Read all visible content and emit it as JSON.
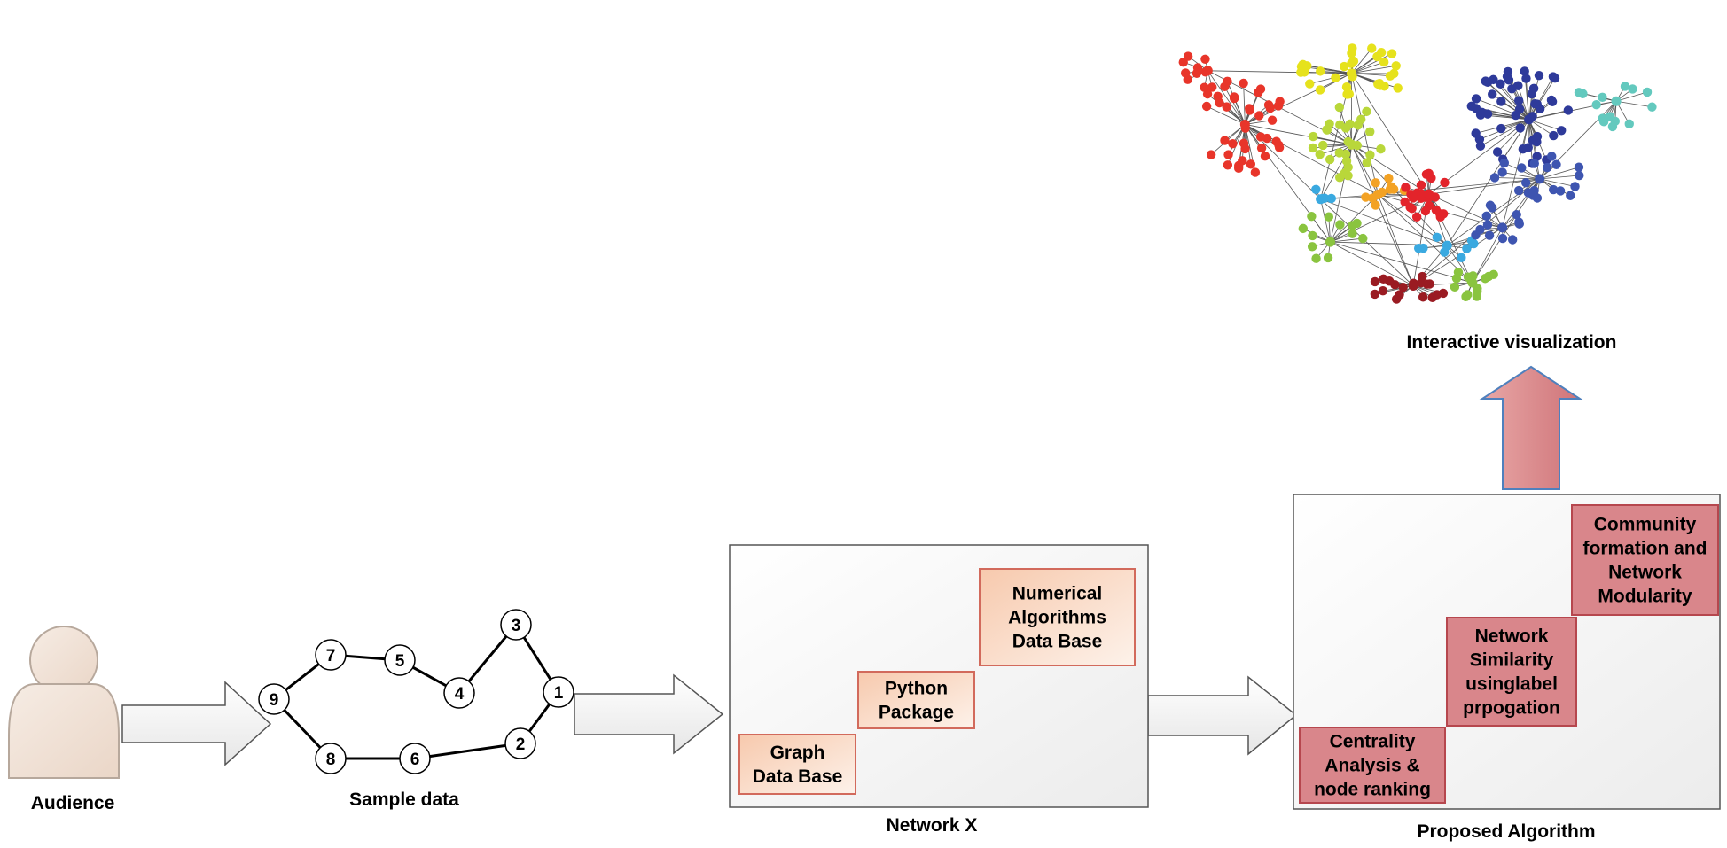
{
  "captions": {
    "audience": "Audience",
    "sample_data": "Sample data",
    "network_x": "Network X",
    "proposed_algorithm": "Proposed Algorithm",
    "interactive_visualization": "Interactive visualization"
  },
  "sample_graph": {
    "nodes": [
      {
        "id": "9",
        "label": "9"
      },
      {
        "id": "7",
        "label": "7"
      },
      {
        "id": "5",
        "label": "5"
      },
      {
        "id": "4",
        "label": "4"
      },
      {
        "id": "3",
        "label": "3"
      },
      {
        "id": "1",
        "label": "1"
      },
      {
        "id": "2",
        "label": "2"
      },
      {
        "id": "6",
        "label": "6"
      },
      {
        "id": "8",
        "label": "8"
      }
    ],
    "edges": [
      [
        "9",
        "7"
      ],
      [
        "7",
        "5"
      ],
      [
        "5",
        "4"
      ],
      [
        "4",
        "3"
      ],
      [
        "3",
        "1"
      ],
      [
        "1",
        "2"
      ],
      [
        "2",
        "6"
      ],
      [
        "6",
        "8"
      ],
      [
        "8",
        "9"
      ]
    ]
  },
  "network_x": {
    "boxes": [
      {
        "lines": [
          "Graph",
          "Data Base"
        ]
      },
      {
        "lines": [
          "Python",
          "Package"
        ]
      },
      {
        "lines": [
          "Numerical",
          "Algorithms",
          "Data Base"
        ]
      }
    ]
  },
  "proposed_algorithm": {
    "boxes": [
      {
        "lines": [
          "Centrality",
          "Analysis &",
          "node ranking"
        ]
      },
      {
        "lines": [
          "Network",
          "Similarity",
          "usinglabel",
          "prpogation"
        ]
      },
      {
        "lines": [
          "Community",
          "formation and",
          "Network",
          "Modularity"
        ]
      }
    ]
  },
  "colors": {
    "network_box_fill": "#fbe1cf",
    "network_box_border": "#d26a5c",
    "algo_box_fill": "#d9868b",
    "algo_box_border": "#b6474e",
    "up_arrow_fill": "#d9878a",
    "up_arrow_stroke": "#4f80bd",
    "person_fill": "#f0e0d3",
    "person_stroke": "#b7a89c"
  },
  "visualization_clusters": [
    {
      "name": "red-left",
      "color": "#e8352a"
    },
    {
      "name": "yellow",
      "color": "#e6e21c"
    },
    {
      "name": "yellow-green",
      "color": "#b9d73a"
    },
    {
      "name": "navy",
      "color": "#2e3a9a"
    },
    {
      "name": "teal",
      "color": "#63c9be"
    },
    {
      "name": "orange",
      "color": "#f3a224"
    },
    {
      "name": "red-center",
      "color": "#e3242b"
    },
    {
      "name": "dark-red",
      "color": "#9a1b22"
    },
    {
      "name": "green",
      "color": "#8ac43f"
    },
    {
      "name": "light-blue",
      "color": "#3aa9e0"
    },
    {
      "name": "blue",
      "color": "#3e55b0"
    }
  ]
}
